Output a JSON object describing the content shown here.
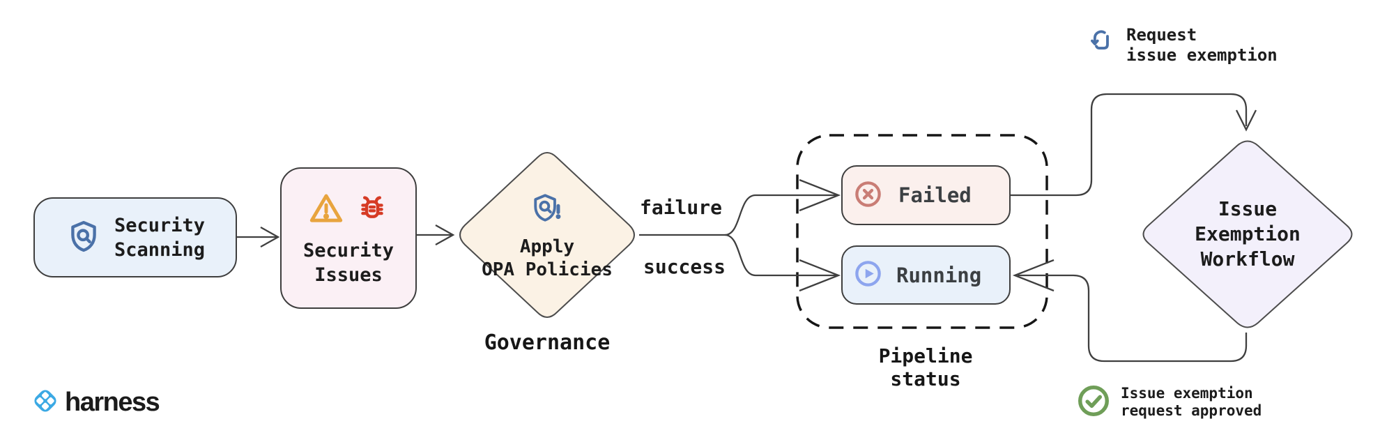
{
  "colors": {
    "canvas_bg": "#ffffff",
    "line": "#3f3f3f",
    "dashed_border": "#161616",
    "scanning_fill": "#e9f1fa",
    "issues_fill": "#fbf0f5",
    "opa_fill": "#fbf2e5",
    "failed_fill": "#fbf0ed",
    "running_fill": "#e9f1fa",
    "exemption_fill": "#f3f0fb",
    "icon_blue": "#4a71a8",
    "warning_amber": "#e8a43e",
    "bug_red": "#d63b25",
    "failed_red": "#c97d75",
    "running_blue": "#8da5ee",
    "approved_green": "#6f9e58",
    "brand_blue": "#3ba9e4"
  },
  "nodes": {
    "security_scanning": {
      "line1": "Security",
      "line2": "Scanning",
      "icon": "shield-search-icon"
    },
    "security_issues": {
      "line1": "Security",
      "line2": "Issues",
      "icon1": "warning-icon",
      "icon2": "bug-icon"
    },
    "apply_opa": {
      "line1": "Apply",
      "line2": "OPA Policies",
      "icon": "shield-alert-icon"
    },
    "failed": {
      "label": "Failed",
      "icon": "x-circle-icon"
    },
    "running": {
      "label": "Running",
      "icon": "play-circle-icon"
    },
    "issue_exemption": {
      "line1": "Issue",
      "line2": "Exemption",
      "line3": "Workflow"
    }
  },
  "captions": {
    "governance": "Governance",
    "pipeline_status": "Pipeline status"
  },
  "edge_labels": {
    "failure": "failure",
    "success": "success"
  },
  "annotations": {
    "request_exemption": {
      "line1": "Request",
      "line2": "issue exemption",
      "icon": "tap-icon"
    },
    "request_approved": {
      "line1": "Issue exemption",
      "line2": "request approved",
      "icon": "check-circle-icon"
    }
  },
  "brand": {
    "name": "harness"
  }
}
